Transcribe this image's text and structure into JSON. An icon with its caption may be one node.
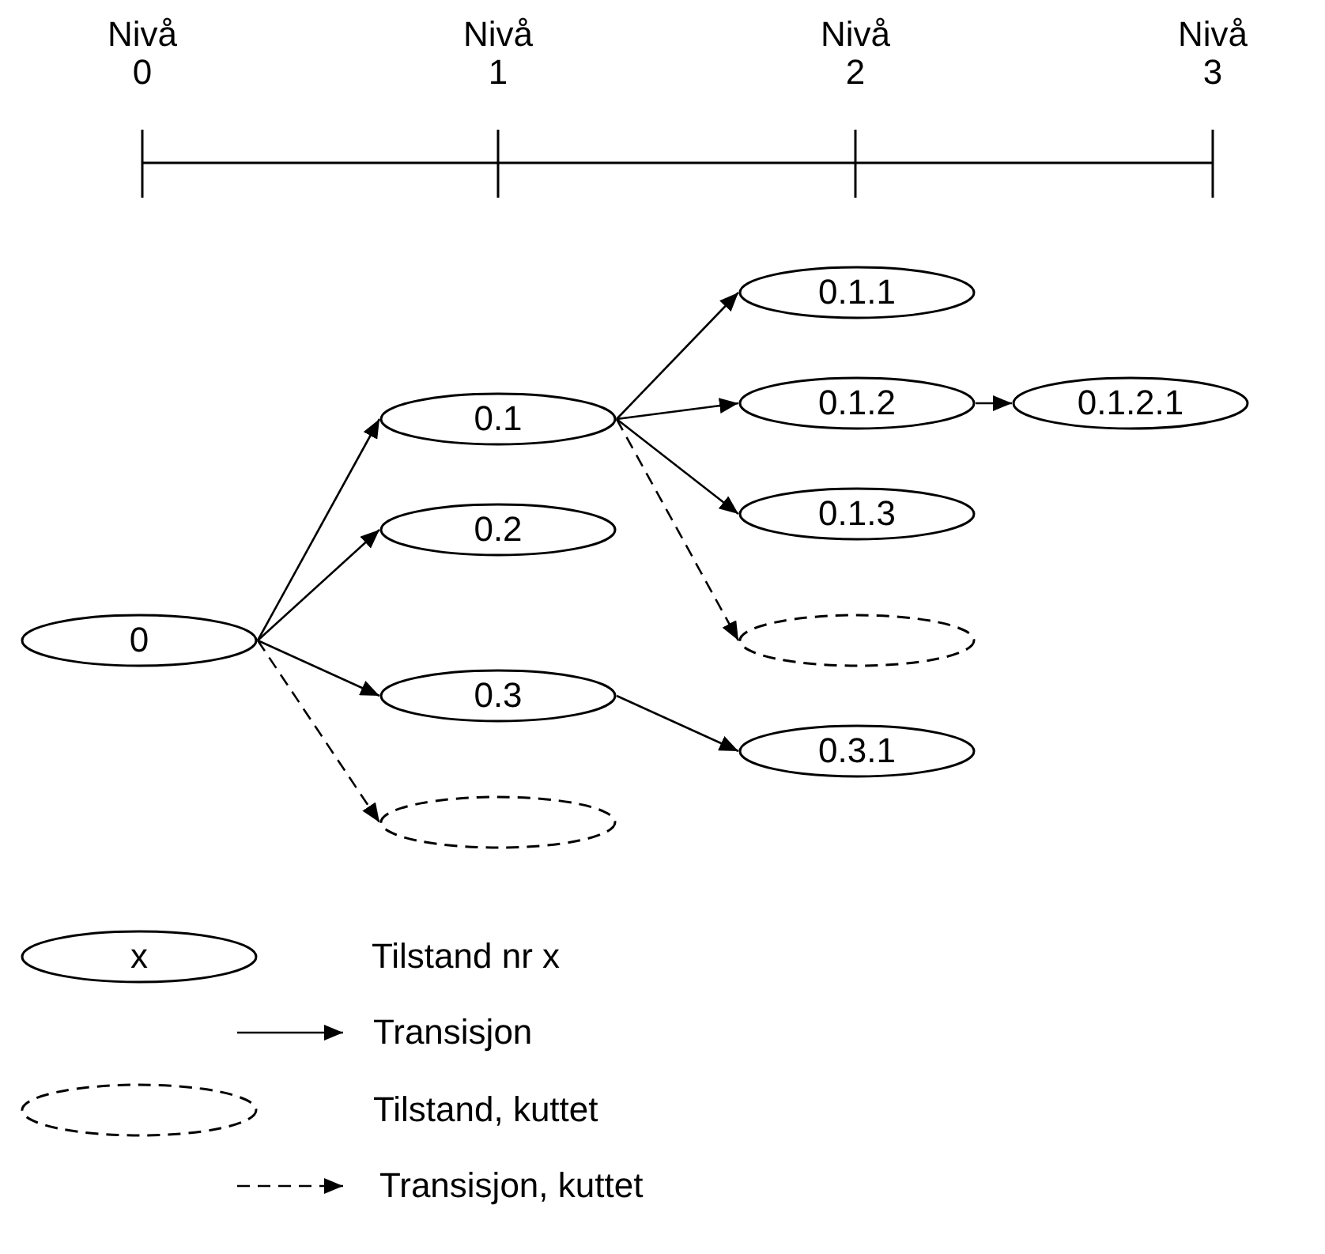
{
  "diagram": {
    "nodes": [
      {
        "text": [
          "0"
        ]
      },
      {
        "text": [
          "0.1"
        ]
      },
      {
        "text": [
          "0.2"
        ]
      },
      {
        "text": [
          "0.3"
        ]
      },
      {
        "text": [],
        "shape": "ellipse"
      },
      {
        "text": [
          "0.1.1"
        ]
      },
      {
        "text": [
          "0.1.2"
        ]
      },
      {
        "text": [
          "0.1.2.1"
        ]
      },
      {
        "text": [
          "0.1.3"
        ]
      },
      {
        "text": [],
        "shape": "ellipse"
      },
      {
        "text": [
          "0.3.1"
        ]
      },
      {
        "text": [
          "x"
        ]
      },
      {
        "text": [],
        "shape": "ellipse"
      }
    ],
    "edges": [
      {
        "from": 0,
        "to": 1,
        "arrow": "to"
      },
      {
        "from": 0,
        "to": 2,
        "arrow": "to"
      },
      {
        "from": 0,
        "to": 3,
        "arrow": "to"
      },
      {
        "from": 0,
        "to": 4,
        "arrow": "to",
        "style": "dashed"
      },
      {
        "from": 1,
        "to": 5,
        "arrow": "to"
      },
      {
        "from": 1,
        "to": 6,
        "arrow": "to"
      },
      {
        "from": 1,
        "to": 8,
        "arrow": "to"
      },
      {
        "from": 1,
        "to": 9,
        "arrow": "to",
        "style": "dashed"
      },
      {
        "from": 6,
        "to": 7,
        "arrow": "to"
      },
      {
        "from": 3,
        "to": 10,
        "arrow": "to"
      }
    ],
    "labels": [
      "Nivå 0",
      "Nivå 1",
      "Nivå 2",
      "Nivå 3"
    ],
    "legend": [
      {
        "text": "Tilstand nr x"
      },
      {
        "text": "Transisjon"
      },
      {
        "text": "Tilstand, kuttet"
      },
      {
        "text": "Transisjon, kuttet"
      }
    ]
  }
}
